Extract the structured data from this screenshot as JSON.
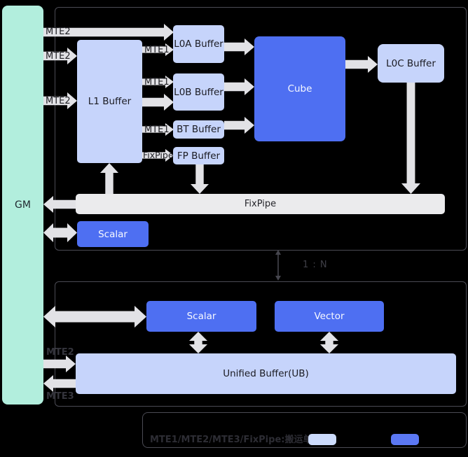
{
  "diagram": {
    "gm": {
      "label": "GM"
    },
    "cube_core": {
      "l1_buffer": "L1 Buffer",
      "l0a_buffer": "L0A Buffer",
      "l0b_buffer": "L0B Buffer",
      "bt_buffer": "BT Buffer",
      "fp_buffer": "FP Buffer",
      "cube": "Cube",
      "l0c_buffer": "L0C Buffer",
      "fixpipe_unit": "FixPipe",
      "scalar": "Scalar"
    },
    "arrow_labels": {
      "mte2_to_l0a": "MTE2",
      "mte2_to_l1_upper": "MTE2",
      "mte2_to_l1_lower": "MTE2",
      "mte1_to_l0a": "MTE1",
      "mte1_to_l0b": "MTE1",
      "mte1_to_bt": "MTE1",
      "fixpipe_to_fp": "FixPipe",
      "mte2_to_ub": "MTE2",
      "mte3_to_gm": "MTE3"
    },
    "ratio": "1 : N",
    "vector_core": {
      "scalar": "Scalar",
      "vector": "Vector",
      "unified_buffer": "Unified Buffer(UB)"
    },
    "legend": {
      "caption": "MTE1/MTE2/MTE3/FixPipe:搬运单元"
    },
    "colors": {
      "background": "#000000",
      "gm_fill": "#b2eedd",
      "buffer_fill": "#c6d4fb",
      "compute_fill": "#4e6ff2",
      "arrow_fill": "#e2e2e6",
      "fixpipe_fill": "#ebebed",
      "frame_border": "#4b4b54",
      "legend_light_swatch": "#ccdbfc",
      "legend_blue_swatch": "#5b78f3"
    }
  }
}
